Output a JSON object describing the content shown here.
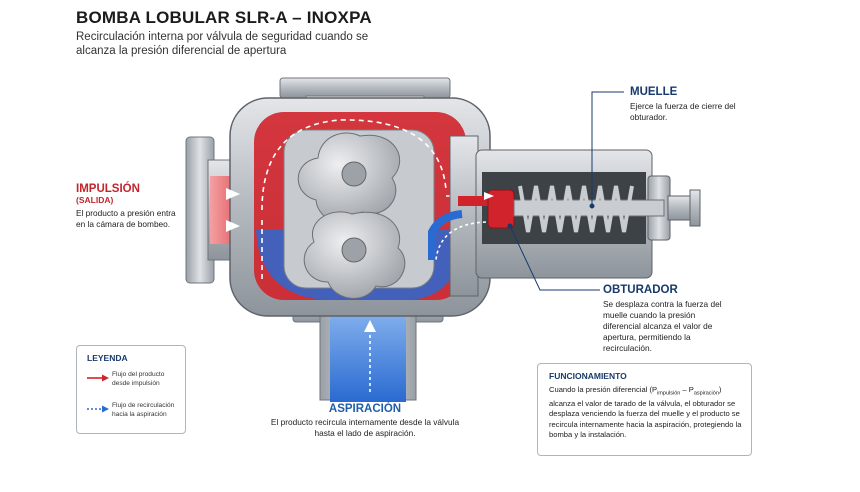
{
  "header": {
    "title": "BOMBA LOBULAR SLR-A – INOXPA",
    "subtitle": "Recirculación interna por válvula de seguridad cuando se alcanza la presión diferencial de apertura"
  },
  "callouts": {
    "impulsion": {
      "title": "IMPULSIÓN",
      "subtitle": "(SALIDA)",
      "text": "El producto a presión entra en la cámara de bombeo."
    },
    "muelle": {
      "title": "MUELLE",
      "text": "Ejerce la fuerza de cierre del obturador."
    },
    "obturador": {
      "title": "OBTURADOR",
      "text": "Se desplaza contra la fuerza del muelle cuando la presión diferencial alcanza el valor de apertura, permitiendo la recirculación."
    },
    "aspiracion": {
      "title": "ASPIRACIÓN",
      "text": "El producto recircula internamente desde la válvula hasta el lado de aspiración."
    }
  },
  "legend": {
    "title": "LEYENDA",
    "items": [
      {
        "label": "Flujo del producto desde impulsión",
        "color": "#d1232b",
        "style": "solid"
      },
      {
        "label": "Flujo de recirculación hacia la aspiración",
        "color": "#2a6ad1",
        "style": "dotted"
      }
    ]
  },
  "funcionamiento": {
    "title": "FUNCIONAMIENTO",
    "text_before": "Cuando la presión diferencial (P",
    "sub1": "impulsión",
    "text_mid": " – P",
    "sub2": "aspiración",
    "text_after": ") alcanza el valor de tarado de la válvula, el obturador se desplaza venciendo la fuerza del muelle y el producto se recircula internamente hacia la aspiración, protegiendo la bomba y la instalación."
  },
  "colors": {
    "pressure_red": "#d1232b",
    "recirculation_blue": "#2a6ad1",
    "steel": "#b9bdc2",
    "navy": "#173a6b"
  }
}
